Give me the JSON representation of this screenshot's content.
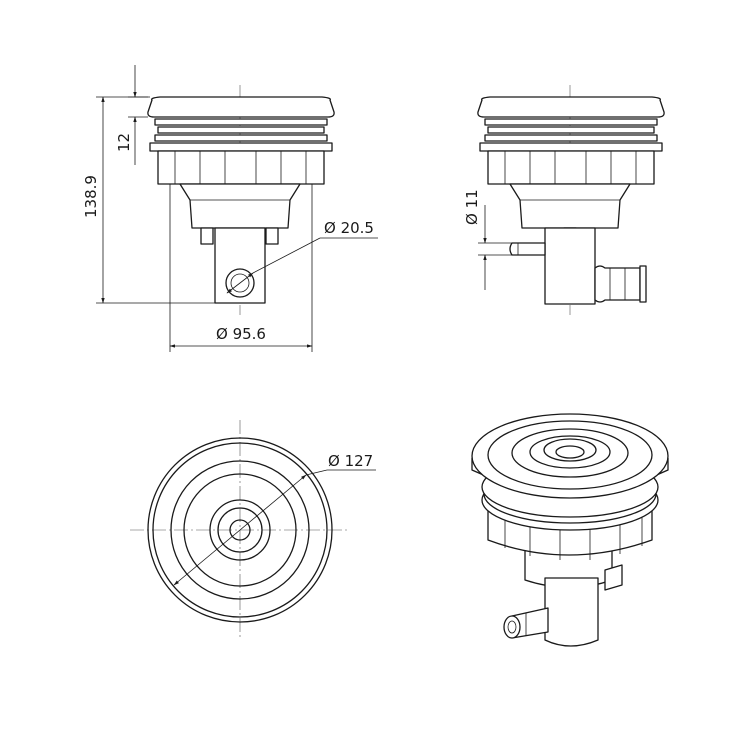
{
  "dimensions": {
    "total_height": "138.9",
    "cap_height": "12",
    "port_diameter": "Ø 20.5",
    "body_diameter": "Ø 95.6",
    "inlet_diameter": "Ø 11",
    "flange_diameter": "Ø 127"
  }
}
